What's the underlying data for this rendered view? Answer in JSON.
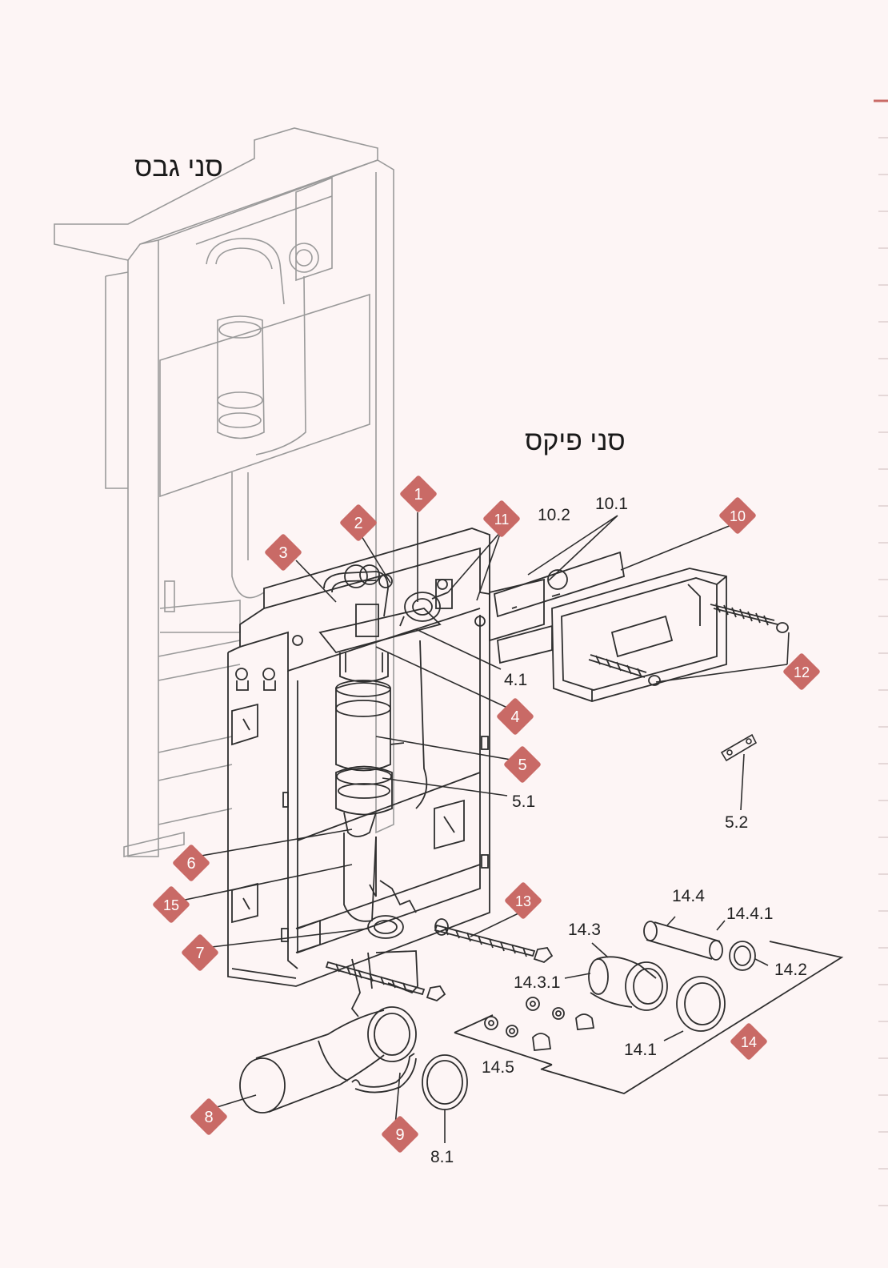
{
  "titles": {
    "gypsum_system": "סני גבס",
    "fix_system": "סני פיקס"
  },
  "colors": {
    "page_background": "#fdf5f5",
    "callout_fill": "#c96a66",
    "callout_text": "#ffffff",
    "line": "#333333",
    "ghost_line": "#9a9a9a"
  },
  "callouts": [
    "1",
    "2",
    "3",
    "4",
    "5",
    "6",
    "7",
    "8",
    "9",
    "10",
    "11",
    "12",
    "13",
    "14",
    "15"
  ],
  "part_labels": [
    "10.2",
    "10.1",
    "4.1",
    "5.1",
    "5.2",
    "14.4",
    "14.4.1",
    "14.3",
    "14.2",
    "14.3.1",
    "14.1",
    "14.5",
    "8.1"
  ]
}
